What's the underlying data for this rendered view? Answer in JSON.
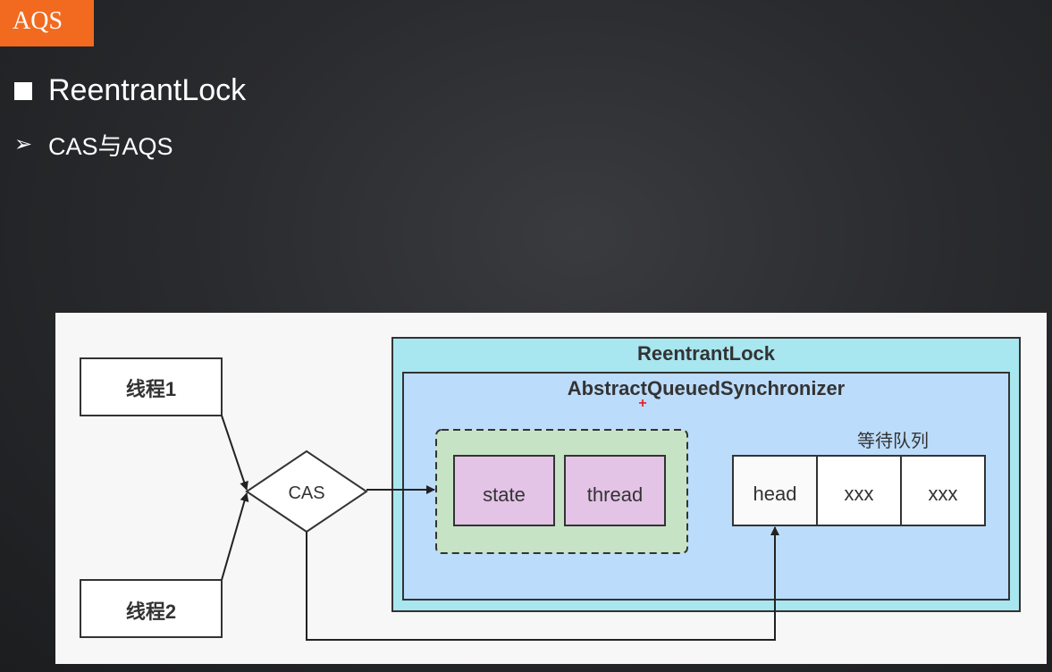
{
  "tag": {
    "label": "AQS"
  },
  "heading": {
    "title": "ReentrantLock",
    "subtitle": "CAS与AQS"
  },
  "diagram": {
    "thread1": "线程1",
    "thread2": "线程2",
    "cas": "CAS",
    "outer_label": "ReentrantLock",
    "inner_label": "AbstractQueuedSynchronizer",
    "state": "state",
    "thread": "thread",
    "queue_label": "等待队列",
    "queue_items": [
      "head",
      "xxx",
      "xxx"
    ]
  },
  "colors": {
    "tag": "#f26a1f",
    "outer_box": "#a8e6f0",
    "inner_box": "#bcdcfb",
    "dashed_group": "#c7e3c5",
    "field_box": "#e3c3e6"
  }
}
